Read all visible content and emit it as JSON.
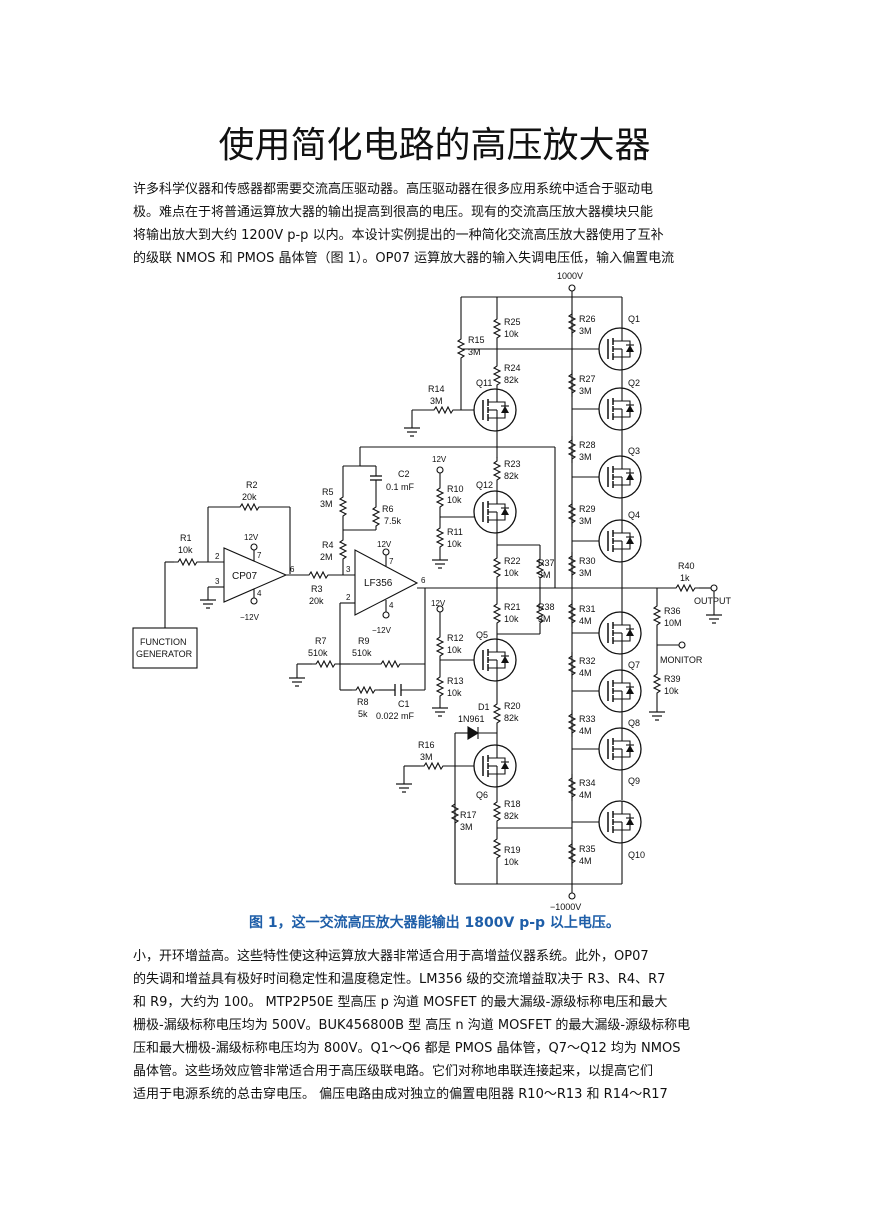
{
  "title": "使用简化电路的高压放大器",
  "intro_lines": [
    "许多科学仪器和传感器都需要交流高压驱动器。高压驱动器在很多应用系统中适合于驱动电",
    "极。难点在于将普通运算放大器的输出提高到很高的电压。现有的交流高压放大器模块只能",
    "将输出放大到大约 1200V p-p  以内。本设计实例提出的一种简化交流高压放大器使用了互补",
    "的级联 NMOS 和 PMOS 晶体管（图 1）。OP07 运算放大器的输入失调电压低，输入偏置电流"
  ],
  "figure_caption": "图 1，这一交流高压放大器能输出 1800V p-p 以上电压。",
  "body_lines": [
    "小，开环增益高。这些特性使这种运算放大器非常适合用于高增益仪器系统。此外，OP07",
    "的失调和增益具有极好时间稳定性和温度稳定性。LM356 级的交流增益取决于 R3、R4、R7",
    "和 R9，大约为 100。    MTP2P50E 型高压  p 沟道 MOSFET 的最大漏级-源级标称电压和最大",
    "栅极-漏级标称电压均为 500V。BUK456800B 型  高压 n 沟道 MOSFET 的最大漏级-源级标称电",
    "压和最大栅极-漏级标称电压均为 800V。Q1～Q6 都是 PMOS 晶体管，Q7～Q12 均为 NMOS",
    "晶体管。这些场效应管非常适合用于高压级联电路。它们对称地串联连接起来，以提高它们",
    "适用于电源系统的总击穿电压。 偏压电路由成对独立的偏置电阻器 R10～R13 和 R14～R17"
  ],
  "schematic": {
    "rails": {
      "top": "1000V",
      "bottom": "−1000V"
    },
    "function_generator": [
      "FUNCTION",
      "GENERATOR"
    ],
    "opamps": {
      "u1": {
        "name": "CP07",
        "supply_pos": "12V",
        "supply_neg": "−12V",
        "pins": [
          "2",
          "3",
          "7",
          "4",
          "6"
        ]
      },
      "u2": {
        "name": "LF356",
        "supply_pos": "12V",
        "supply_neg": "−12V",
        "pins": [
          "3",
          "2",
          "7",
          "4",
          "6"
        ]
      }
    },
    "components": [
      {
        "ref": "R1",
        "value": "10k"
      },
      {
        "ref": "R2",
        "value": "20k"
      },
      {
        "ref": "R3",
        "value": "20k"
      },
      {
        "ref": "R4",
        "value": "2M"
      },
      {
        "ref": "R5",
        "value": "3M"
      },
      {
        "ref": "R6",
        "value": "7.5k"
      },
      {
        "ref": "C2",
        "value": "0.1 mF"
      },
      {
        "ref": "R7",
        "value": "510k"
      },
      {
        "ref": "R9",
        "value": "510k"
      },
      {
        "ref": "R8",
        "value": "5k"
      },
      {
        "ref": "C1",
        "value": "0.022 mF"
      },
      {
        "ref": "R10",
        "value": "10k"
      },
      {
        "ref": "R11",
        "value": "10k"
      },
      {
        "ref": "R12",
        "value": "10k"
      },
      {
        "ref": "R13",
        "value": "10k"
      },
      {
        "ref": "R14",
        "value": "3M"
      },
      {
        "ref": "R15",
        "value": "3M"
      },
      {
        "ref": "R16",
        "value": "3M"
      },
      {
        "ref": "R17",
        "value": "3M"
      },
      {
        "ref": "R25",
        "value": "10k"
      },
      {
        "ref": "R24",
        "value": "82k"
      },
      {
        "ref": "R23",
        "value": "82k"
      },
      {
        "ref": "R22",
        "value": "10k"
      },
      {
        "ref": "R21",
        "value": "10k"
      },
      {
        "ref": "R20",
        "value": "82k"
      },
      {
        "ref": "R18",
        "value": "82k"
      },
      {
        "ref": "R19",
        "value": "10k"
      },
      {
        "ref": "R37",
        "value": "3M"
      },
      {
        "ref": "R38",
        "value": "3M"
      },
      {
        "ref": "R26",
        "value": "3M"
      },
      {
        "ref": "R27",
        "value": "3M"
      },
      {
        "ref": "R28",
        "value": "3M"
      },
      {
        "ref": "R29",
        "value": "3M"
      },
      {
        "ref": "R30",
        "value": "3M"
      },
      {
        "ref": "R31",
        "value": "4M"
      },
      {
        "ref": "R32",
        "value": "4M"
      },
      {
        "ref": "R33",
        "value": "4M"
      },
      {
        "ref": "R34",
        "value": "4M"
      },
      {
        "ref": "R35",
        "value": "4M"
      },
      {
        "ref": "R36",
        "value": "10M"
      },
      {
        "ref": "R39",
        "value": "10k"
      },
      {
        "ref": "R40",
        "value": "1k"
      },
      {
        "ref": "D1",
        "value": "1N961"
      }
    ],
    "supplies_12v": [
      "12V",
      "12V",
      "12V",
      "12V"
    ],
    "transistors": [
      "Q1",
      "Q2",
      "Q3",
      "Q4",
      "Q5",
      "Q6",
      "Q7",
      "Q8",
      "Q9",
      "Q10",
      "Q11",
      "Q12"
    ],
    "outputs": {
      "output": "OUTPUT",
      "monitor": "MONITOR"
    }
  }
}
